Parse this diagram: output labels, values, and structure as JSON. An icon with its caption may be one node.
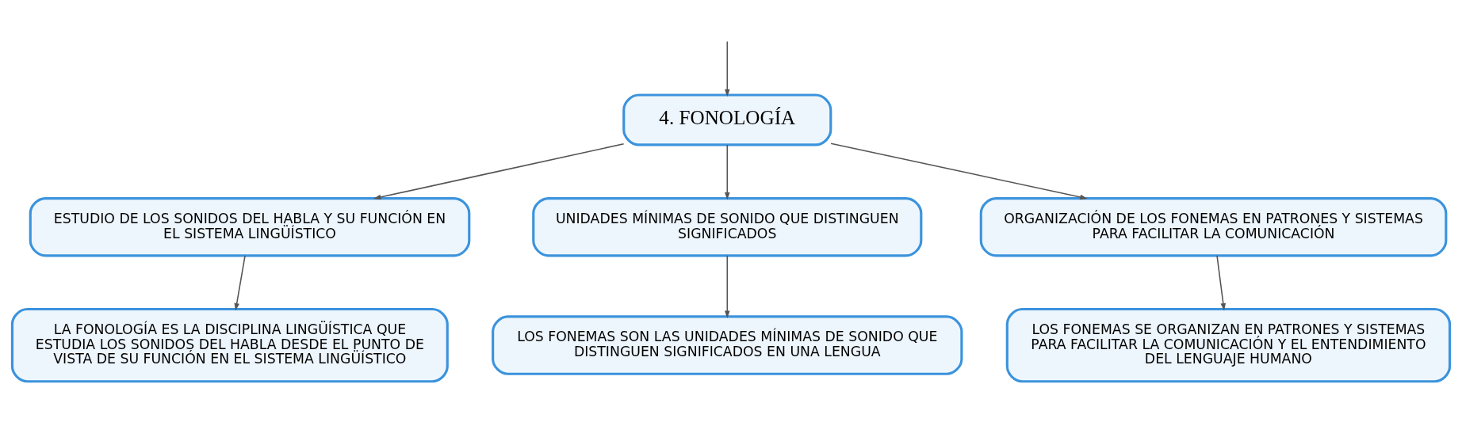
{
  "diagram": {
    "nodes": [
      {
        "text": [
          "4. FONOLOGÍA"
        ]
      },
      {
        "text": [
          "ESTUDIO DE LOS SONIDOS DEL HABLA Y SU FUNCIÓN EN EL SISTEMA LINGÜÍSTICO"
        ]
      },
      {
        "text": [
          "UNIDADES MÍNIMAS DE SONIDO QUE DISTINGUEN SIGNIFICADOS"
        ]
      },
      {
        "text": [
          "ORGANIZACIÓN DE LOS FONEMAS EN PATRONES Y SISTEMAS PARA FACILITAR LA COMUNICACIÓN"
        ]
      },
      {
        "text": [
          "LA FONOLOGÍA ES LA DISCIPLINA LINGÜÍSTICA QUE ESTUDIA LOS SONIDOS DEL HABLA DESDE EL PUNTO DE VISTA DE SU FUNCIÓN EN EL SISTEMA LINGÜÍSTICO"
        ]
      },
      {
        "text": [
          "LOS FONEMAS SON LAS UNIDADES MÍNIMAS DE SONIDO QUE DISTINGUEN SIGNIFICADOS EN UNA LENGUA"
        ]
      },
      {
        "text": [
          "LOS FONEMAS SE ORGANIZAN EN PATRONES Y SISTEMAS PARA FACILITAR LA COMUNICACIÓN Y EL ENTENDIMIENTO DEL LENGUAJE HUMANO"
        ]
      }
    ],
    "edges": [
      {
        "from": null,
        "to": 0,
        "arrow": "to"
      },
      {
        "from": 0,
        "to": 1,
        "arrow": "to"
      },
      {
        "from": 0,
        "to": 2,
        "arrow": "to"
      },
      {
        "from": 0,
        "to": 3,
        "arrow": "to"
      },
      {
        "from": 1,
        "to": 4,
        "arrow": "to"
      },
      {
        "from": 2,
        "to": 5,
        "arrow": "to"
      },
      {
        "from": 3,
        "to": 6,
        "arrow": "to"
      }
    ]
  }
}
